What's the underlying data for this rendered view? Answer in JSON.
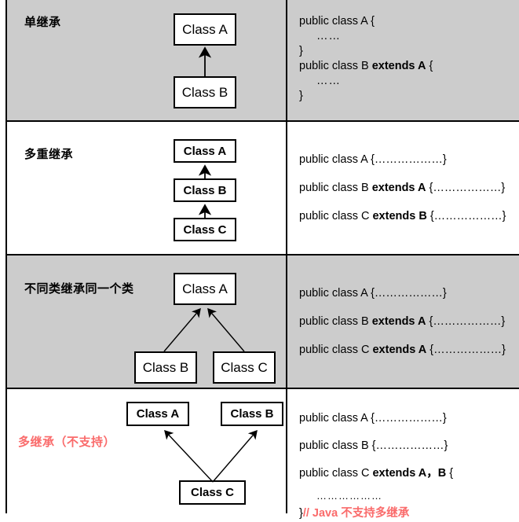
{
  "figure": {
    "title": "Java inheritance type comparison table",
    "colors": {
      "shaded_row_bg": "#cccccc",
      "plain_row_bg": "#ffffff",
      "border": "#000000",
      "accent_red": "#fa6b6b"
    }
  },
  "rows": [
    {
      "label": "单继承",
      "label_color": "#000000",
      "background": "#cccccc",
      "boxes": [
        {
          "text": "Class A",
          "bold": false
        },
        {
          "text": "Class B",
          "bold": false
        }
      ],
      "code": {
        "line1": "public class A {",
        "line2": "……",
        "line3": "}",
        "line4_pre": "public class B ",
        "line4_kw": "extends A",
        "line4_post": " {",
        "line5": "……",
        "line6": "}"
      }
    },
    {
      "label": "多重继承",
      "label_color": "#000000",
      "background": "#ffffff",
      "boxes": [
        {
          "text": "Class A",
          "bold": true
        },
        {
          "text": "Class B",
          "bold": true
        },
        {
          "text": "Class C",
          "bold": true
        }
      ],
      "code": {
        "line1": "public class A {………………}",
        "line2_pre": "public class B ",
        "line2_kw": "extends A",
        "line2_post": " {………………}",
        "line3_pre": "public class C ",
        "line3_kw": "extends B",
        "line3_post": " {………………}"
      }
    },
    {
      "label": "不同类继承同一个类",
      "label_color": "#000000",
      "background": "#cccccc",
      "boxes": [
        {
          "text": "Class A",
          "bold": false
        },
        {
          "text": "Class B",
          "bold": false
        },
        {
          "text": "Class C",
          "bold": false
        }
      ],
      "code": {
        "line1": "public class A {………………}",
        "line2_pre": "public class B ",
        "line2_kw": "extends A",
        "line2_post": " {………………}",
        "line3_pre": "public class C ",
        "line3_kw": "extends A",
        "line3_post": " {………………}"
      }
    },
    {
      "label": "多继承（不支持）",
      "label_color": "#fa6b6b",
      "background": "#ffffff",
      "boxes": [
        {
          "text": "Class A",
          "bold": true
        },
        {
          "text": "Class B",
          "bold": true
        },
        {
          "text": "Class C",
          "bold": true
        }
      ],
      "code": {
        "line1": "public class A {………………}",
        "line2": "public class B {………………}",
        "line3_pre": "public class C ",
        "line3_kw": "extends A，B",
        "line3_post": " {",
        "line4": "………………",
        "line5_brace": "}",
        "line5_comment": "// Java 不支持多继承"
      }
    }
  ]
}
